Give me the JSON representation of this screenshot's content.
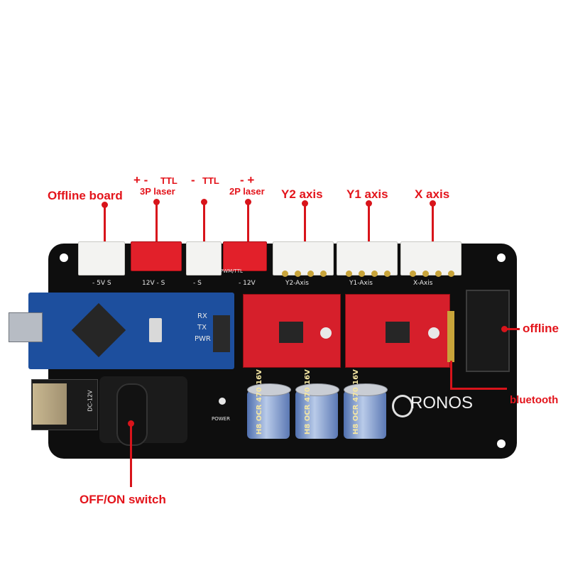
{
  "callouts": {
    "offline_board": "Offline board",
    "three_p_polarity": "+ -",
    "three_p_ttl": "TTL",
    "three_p_laser": "3P laser",
    "ttl_minus": "-",
    "ttl": "TTL",
    "two_p_polarity": "- +",
    "two_p_laser": "2P laser",
    "y2_axis": "Y2 axis",
    "y1_axis": "Y1 axis",
    "x_axis": "X axis",
    "offline": "offline",
    "bluetooth": "bluetooth",
    "off_on_switch": "OFF/ON switch"
  },
  "silkscreen": {
    "c1": "- 5V  S",
    "c2": "12V -  S",
    "c3": "-   S",
    "c4": "PWM/TTL",
    "c5": "- 12V",
    "y2": "Y2-Axis",
    "y1": "Y1-Axis",
    "x": "X-Axis",
    "power": "POWER",
    "dc": "DC-12V",
    "rx": "RX",
    "tx": "TX",
    "pwr": "PWR",
    "logo": "RONOS"
  },
  "capacitor_text": "H8 OCR 470 16V",
  "colors": {
    "accent": "#e3141b",
    "board": "#0e0e0e",
    "arduino": "#1d4f9e",
    "driver": "#d61f2b"
  }
}
